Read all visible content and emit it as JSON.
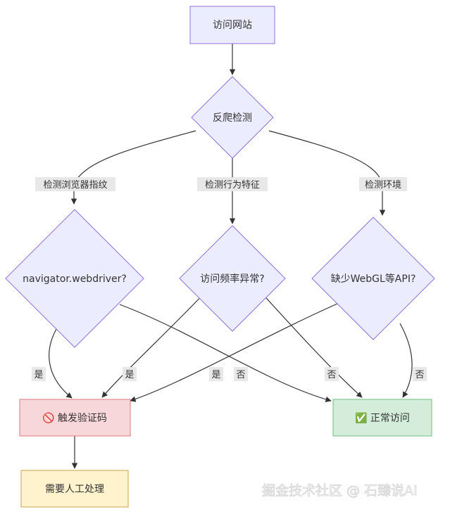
{
  "nodes": {
    "visit_site": "访问网站",
    "anti_crawl": "反爬检测",
    "navigator": "navigator.webdriver?",
    "frequency": "访问频率异常?",
    "webgl": "缺少WebGL等API?",
    "captcha": "🚫 触发验证码",
    "normal": "✅ 正常访问",
    "manual": "需要人工处理"
  },
  "edges": {
    "fingerprint": "检测浏览器指纹",
    "behavior": "检测行为特征",
    "environment": "检测环境",
    "yes_nav": "是",
    "yes_freq": "是",
    "yes_webgl": "是",
    "no_nav": "否",
    "no_freq": "否",
    "no_webgl": "否"
  },
  "watermark": "掘金技术社区 @ 石臻说AI",
  "colors": {
    "node_fill": "#ECECFF",
    "node_stroke": "#9370DB",
    "captcha_fill": "#F8D7DA",
    "captcha_stroke": "#E07A7A",
    "normal_fill": "#D4EDDA",
    "normal_stroke": "#6FBF7E",
    "manual_fill": "#FFF3CD",
    "manual_stroke": "#C9A24A",
    "edge": "#333333",
    "label_bg": "#E8E8E8"
  }
}
